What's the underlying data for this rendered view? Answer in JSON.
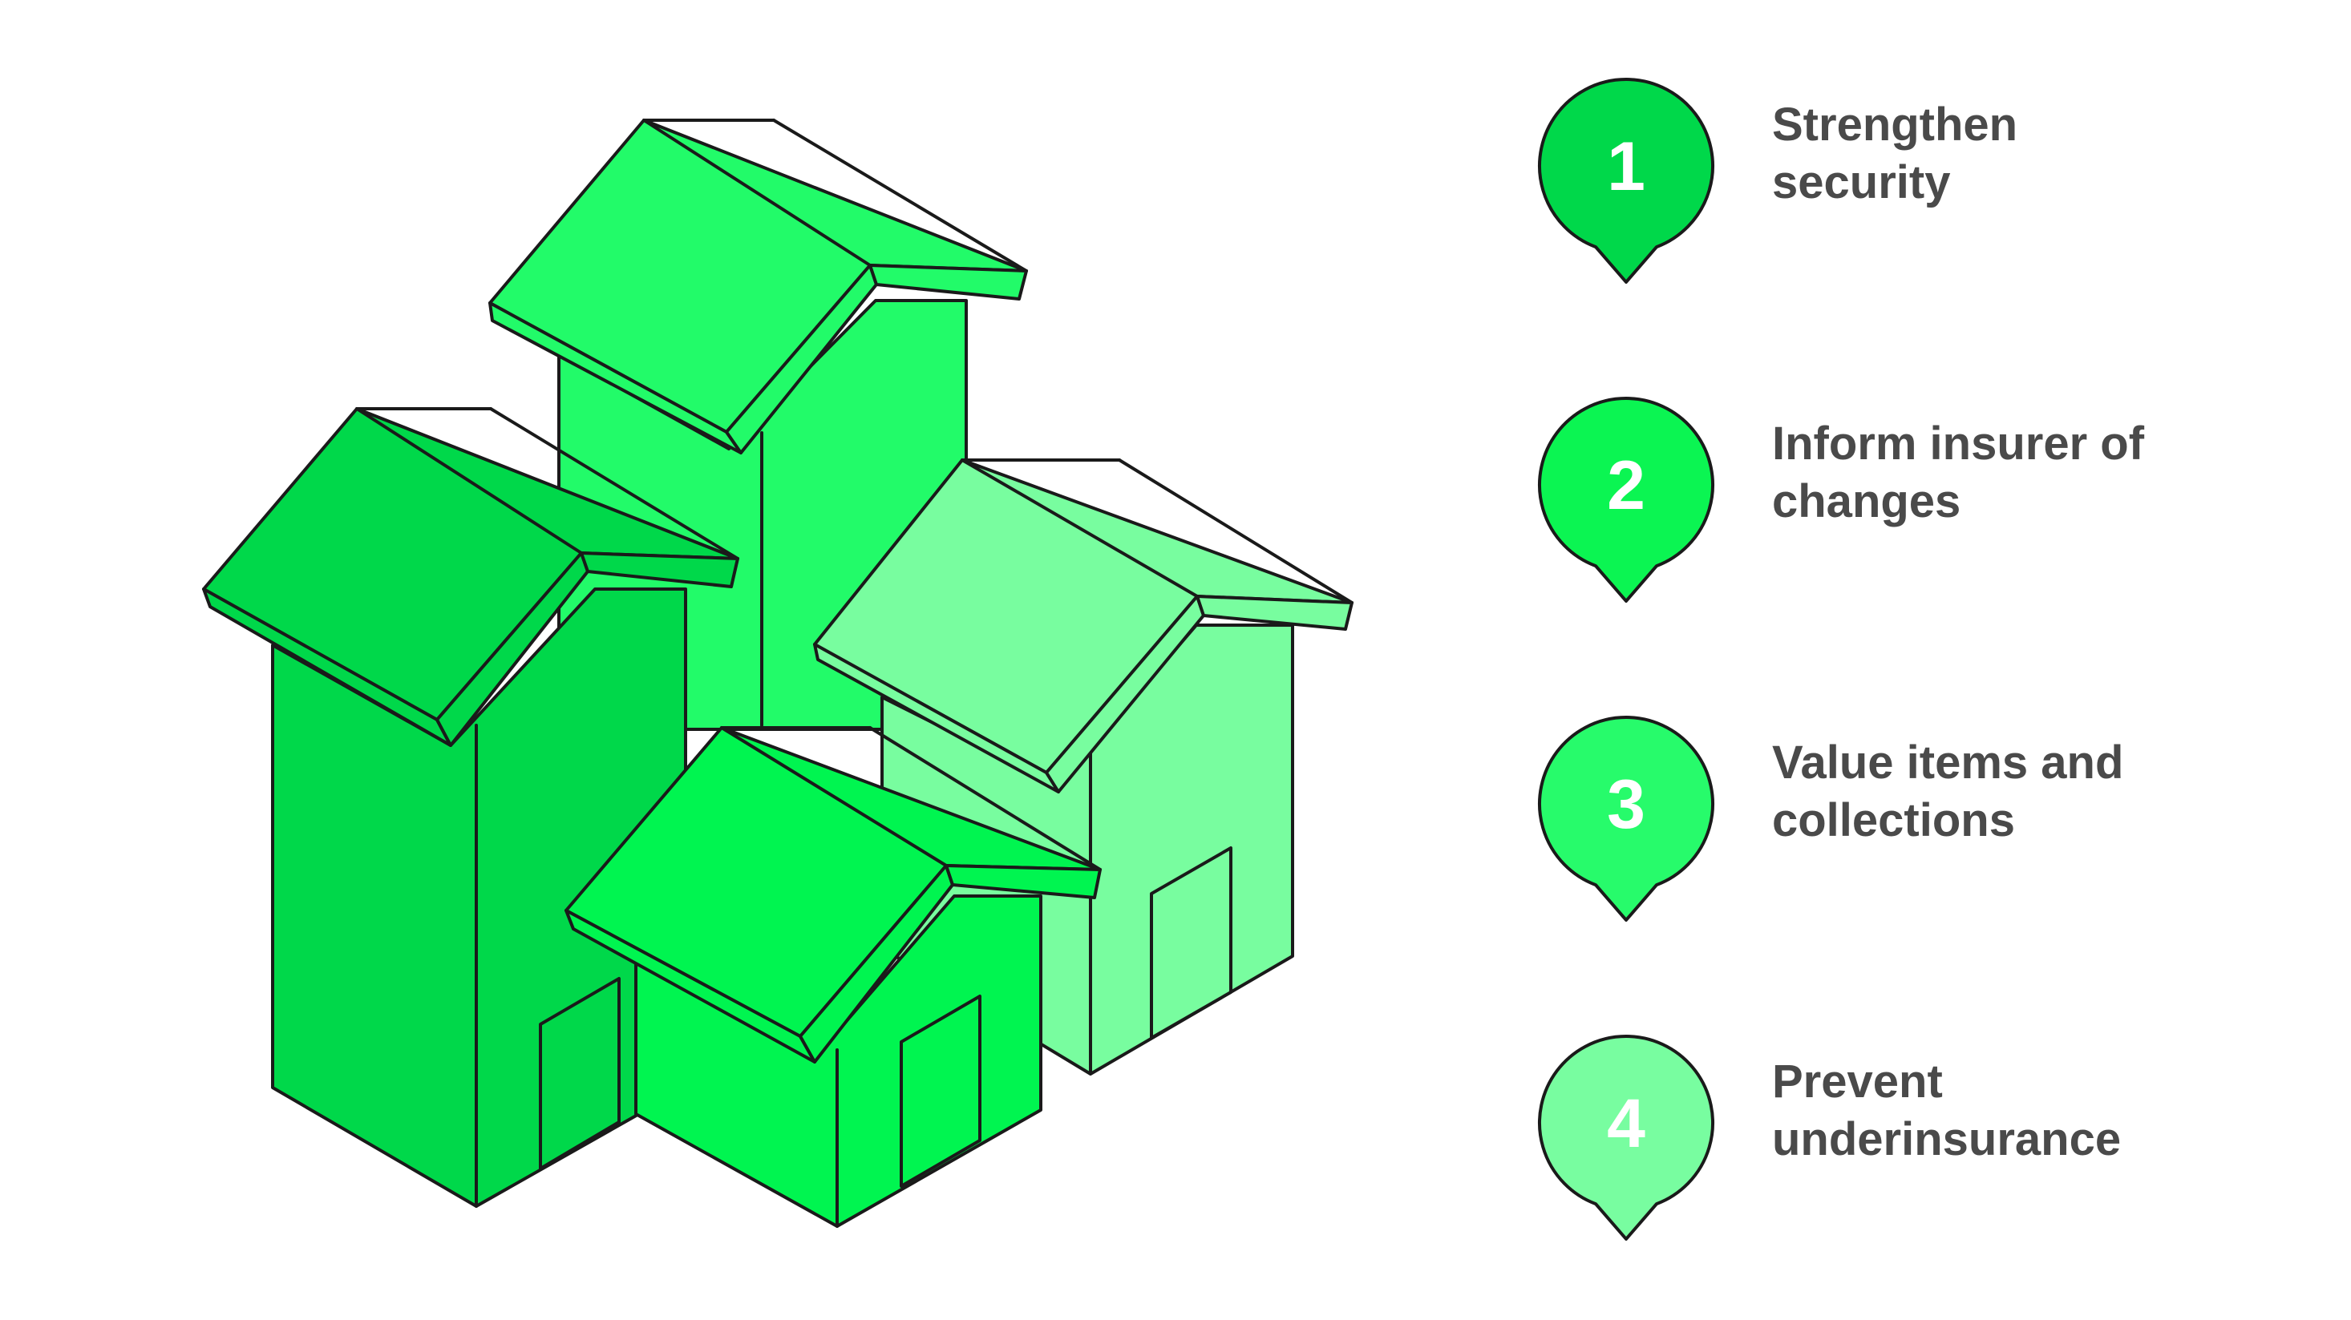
{
  "steps": [
    {
      "number": "1",
      "label": "Strengthen\nsecurity",
      "color": "#00d84a"
    },
    {
      "number": "2",
      "label": "Inform insurer of\nchanges",
      "color": "#0bf552"
    },
    {
      "number": "3",
      "label": "Value items and\ncollections",
      "color": "#27fb6b"
    },
    {
      "number": "4",
      "label": "Prevent\nunderinsurance",
      "color": "#78fda0"
    }
  ],
  "house_colors": {
    "tall_center": "#22fb69",
    "left": "#00d84a",
    "right": "#78fd9f",
    "front": "#00f550",
    "outline": "#1a1a1a"
  }
}
